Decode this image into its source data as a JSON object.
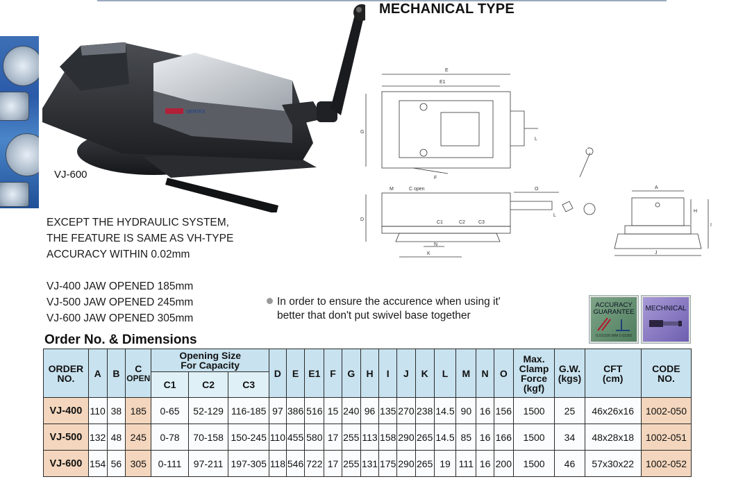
{
  "heading": "MECHANICAL TYPE",
  "model_caption": "VJ-600",
  "vise_brand": "VERTEX",
  "feature_lines": [
    "EXCEPT THE HYDRAULIC SYSTEM,",
    "THE FEATURE IS SAME AS VH-TYPE",
    "ACCURACY WITHIN 0.02mm"
  ],
  "jaw_lines": [
    "VJ-400 JAW OPENED 185mm",
    "VJ-500 JAW OPENED 245mm",
    "VJ-600 JAW OPENED 305mm"
  ],
  "note_lines": [
    "In order to ensure the accurence when using it'",
    "better that don't put swivel base together"
  ],
  "badges": {
    "accuracy": {
      "title_1": "ACCURACY",
      "title_2": "GUARANTEE",
      "sub": "0.01/100 MM  0.02/50"
    },
    "mechanical": {
      "title": "MECHNICAL"
    }
  },
  "drawing_labels": {
    "top": [
      "E",
      "E1",
      "G",
      "F",
      "L"
    ],
    "side": [
      "M",
      "C open",
      "O",
      "C1",
      "C2",
      "C3",
      "D",
      "N",
      "K",
      "L"
    ],
    "end": [
      "A",
      "H",
      "I",
      "J"
    ]
  },
  "order_title": "Order No. & Dimensions",
  "table": {
    "headers": {
      "order": [
        "ORDER",
        "NO."
      ],
      "a": "A",
      "b": "B",
      "c_open": [
        "C",
        "OPEN"
      ],
      "opening": [
        "Opening Size",
        "For Capacity"
      ],
      "c1": "C1",
      "c2": "C2",
      "c3": "C3",
      "letters": [
        "D",
        "E",
        "E1",
        "F",
        "G",
        "H",
        "I",
        "J",
        "K",
        "L",
        "M",
        "N",
        "O"
      ],
      "force": [
        "Max.",
        "Clamp",
        "Force",
        "(kgf)"
      ],
      "gw": [
        "G.W.",
        "(kgs)"
      ],
      "cft": [
        "CFT",
        "(cm)"
      ],
      "code": [
        "CODE",
        "NO."
      ]
    },
    "rows": [
      {
        "model": "VJ-400",
        "a": "110",
        "b": "38",
        "c_open": "185",
        "c1": "0-65",
        "c2": "52-129",
        "c3": "116-185",
        "letters": [
          "97",
          "386",
          "516",
          "15",
          "240",
          "96",
          "135",
          "270",
          "238",
          "14.5",
          "90",
          "16",
          "156"
        ],
        "force": "1500",
        "gw": "25",
        "cft": "46x26x16",
        "code": "1002-050"
      },
      {
        "model": "VJ-500",
        "a": "132",
        "b": "48",
        "c_open": "245",
        "c1": "0-78",
        "c2": "70-158",
        "c3": "150-245",
        "letters": [
          "110",
          "455",
          "580",
          "17",
          "255",
          "113",
          "158",
          "290",
          "265",
          "14.5",
          "85",
          "16",
          "166"
        ],
        "force": "1500",
        "gw": "34",
        "cft": "48x28x18",
        "code": "1002-051"
      },
      {
        "model": "VJ-600",
        "a": "154",
        "b": "56",
        "c_open": "305",
        "c1": "0-111",
        "c2": "97-211",
        "c3": "197-305",
        "letters": [
          "118",
          "546",
          "722",
          "17",
          "255",
          "131",
          "175",
          "290",
          "265",
          "19",
          "111",
          "16",
          "200"
        ],
        "force": "1500",
        "gw": "46",
        "cft": "57x30x22",
        "code": "1002-052"
      }
    ]
  }
}
